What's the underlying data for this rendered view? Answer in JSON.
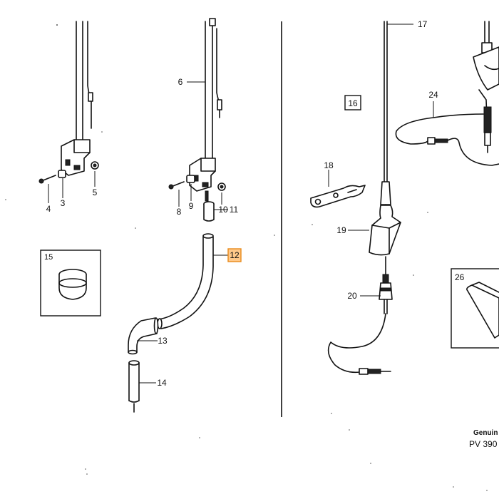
{
  "callouts": {
    "c3": "3",
    "c4": "4",
    "c5": "5",
    "c6": "6",
    "c8": "8",
    "c9": "9",
    "c10": "10",
    "c11": "11",
    "c12": "12",
    "c13": "13",
    "c14": "14",
    "c15": "15",
    "c16": "16",
    "c17": "17",
    "c18": "18",
    "c19": "19",
    "c20": "20",
    "c24": "24",
    "c26": "26"
  },
  "highlight_color": "#ffc98a",
  "footer": {
    "line1": "Genuin",
    "line2": "PV 390"
  }
}
